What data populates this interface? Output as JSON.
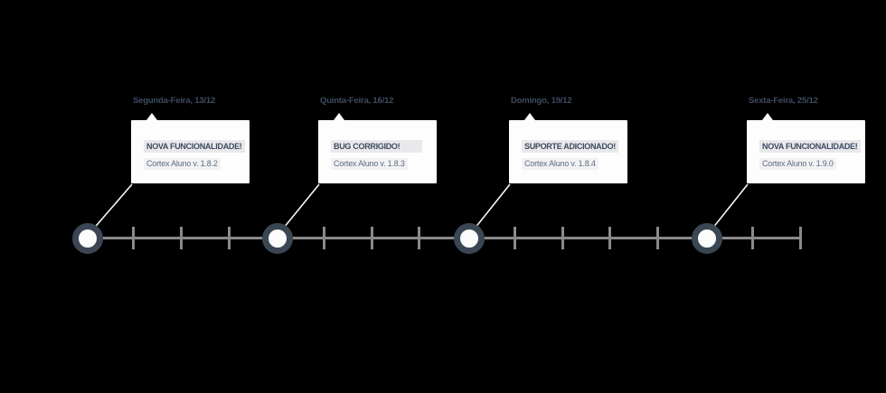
{
  "timeline": {
    "milestones": [
      {
        "date": "Segunda-Feira, 13/12",
        "title": "NOVA FUNCIONALIDADE!",
        "subtitle": "Cortex Aluno v. 1.8.2"
      },
      {
        "date": "Quinta-Feira, 16/12",
        "title": "BUG CORRIGIDO!",
        "subtitle": "Cortex Aluno v. 1.8.3"
      },
      {
        "date": "Domingo, 19/12",
        "title": "SUPORTE ADICIONADO!",
        "subtitle": "Cortex Aluno v. 1.8.4"
      },
      {
        "date": "Sexta-Feira, 25/12",
        "title": "NOVA FUNCIONALIDADE!",
        "subtitle": "Cortex Aluno v. 1.9.0"
      }
    ],
    "colors": {
      "background": "#000000",
      "axis_gray": "#8a8a8e",
      "node_ring": "#3b4653",
      "node_fill": "#fcfcfd",
      "card_background": "#fdfdfe",
      "date_text": "#3d4b60",
      "title_text": "#3d4b60",
      "subtitle_text": "#5b6c80",
      "title_highlight": "#e9e9ec",
      "subtitle_highlight": "#f2f2f4",
      "connector": "#f7f7f7"
    }
  }
}
